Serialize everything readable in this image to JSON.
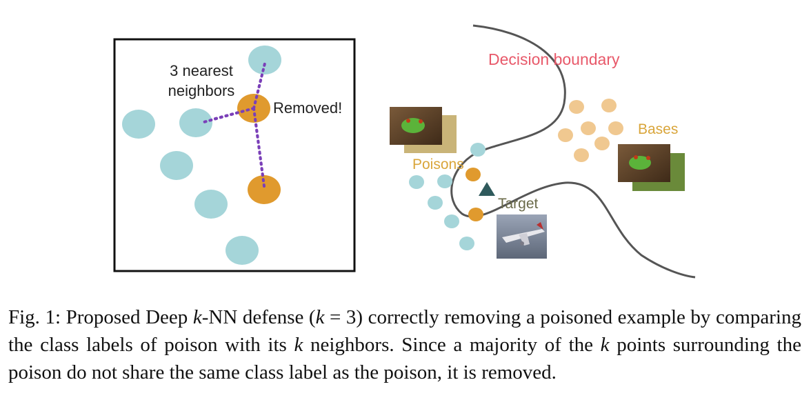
{
  "figure": {
    "left_panel": {
      "neighbors_label_line1": "3 nearest",
      "neighbors_label_line2": "neighbors",
      "removed_label": "Removed!"
    },
    "right_panel": {
      "decision_boundary_label": "Decision boundary",
      "bases_label": "Bases",
      "poisons_label": "Poisons",
      "target_label": "Target"
    },
    "colors": {
      "teal_point": "#a5d5d9",
      "orange_point": "#e09a2e",
      "light_orange_point": "#f0c890",
      "neighbor_line": "#7a3fb8",
      "boundary_curve": "#555555",
      "boundary_label": "#e8596a",
      "bases_label": "#d9a53a",
      "poisons_label": "#d9a53a",
      "target_label": "#6b6b4a",
      "target_marker": "#2f5a5c"
    },
    "icons": {
      "frog_image": "frog-photo-icon",
      "airplane_image": "airplane-photo-icon"
    }
  },
  "caption": {
    "prefix": "Fig. 1: Proposed Deep ",
    "k1": "k",
    "part2": "-NN defense (",
    "k2": "k",
    "part3": " = 3) correctly removing a poisoned example by comparing the class labels of poison with its ",
    "k3": "k",
    "part4": " neighbors. Since a majority of the ",
    "k4": "k",
    "part5": " points surrounding the poison do not share the same class label as the poison, it is removed."
  }
}
